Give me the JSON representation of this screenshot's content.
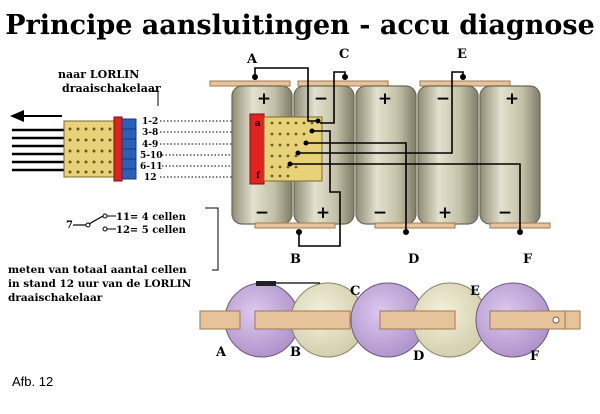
{
  "title": "Principe aansluitingen - accu diagnose",
  "switch_label_line1": "naar LORLIN",
  "switch_label_line2": "draaischakelaar",
  "pin_labels": [
    "1-2",
    "3-8",
    "4-9",
    "5-10",
    "6-11",
    "12"
  ],
  "selector": {
    "terminal": "7",
    "option_11": "11= 4 cellen",
    "option_12": "12= 5 cellen"
  },
  "measure_note": {
    "line1": "meten van totaal aantal cellen",
    "line2": "in stand 12 uur van de LORLIN",
    "line3": "draaischakelaar"
  },
  "connector_letters": {
    "a": "a",
    "f": "f"
  },
  "terminals": {
    "A": "A",
    "B": "B",
    "C": "C",
    "D": "D",
    "E": "E",
    "F": "F"
  },
  "polarity_top": [
    "+",
    "−",
    "+",
    "−",
    "+"
  ],
  "polarity_bottom": [
    "−",
    "+",
    "−",
    "+",
    "−"
  ],
  "figure_label": "Afb. 12",
  "colors": {
    "cell_body": "#c9c6ae",
    "cell_shade": "#8f8c76",
    "strap": "#e6c39a",
    "disc": "#c8b2dc",
    "disc_light": "#e9e4c8",
    "connector_red": "#e2221e",
    "connector_blue": "#2c5fb8",
    "connector_yellow": "#e7d27a"
  }
}
